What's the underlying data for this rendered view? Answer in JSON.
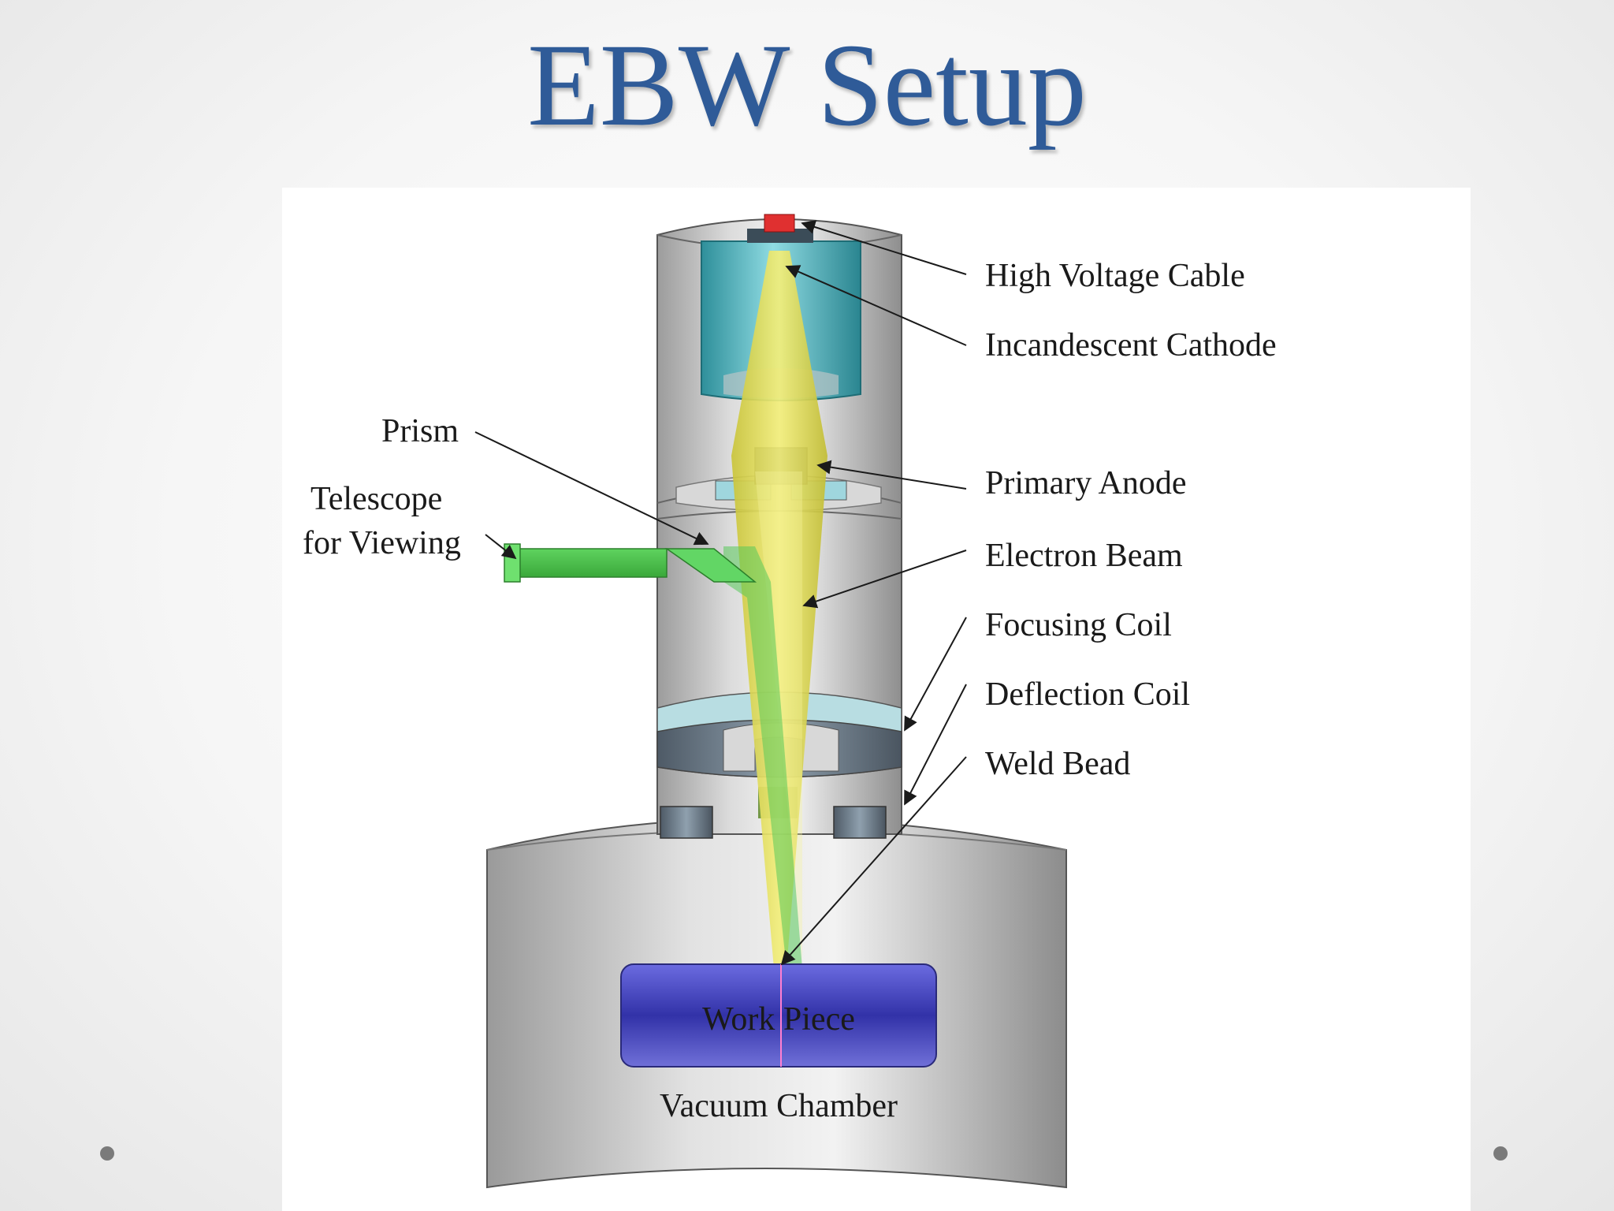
{
  "title": "EBW Setup",
  "labels": {
    "high_voltage_cable": "High Voltage Cable",
    "incandescent_cathode": "Incandescent Cathode",
    "primary_anode": "Primary Anode",
    "electron_beam": "Electron Beam",
    "focusing_coil": "Focusing Coil",
    "deflection_coil": "Deflection Coil",
    "weld_bead": "Weld Bead",
    "prism": "Prism",
    "telescope_line1": "Telescope",
    "telescope_line2": "for Viewing",
    "work_piece": "Work Piece",
    "vacuum_chamber": "Vacuum Chamber"
  },
  "colors": {
    "title": "#2f5b98",
    "beam": "#e6e24a",
    "optical_path": "#5fd35f",
    "cathode_housing": "#3fa9b5",
    "work_piece": "#4a4ac2",
    "housing": "#c4c4c4"
  }
}
